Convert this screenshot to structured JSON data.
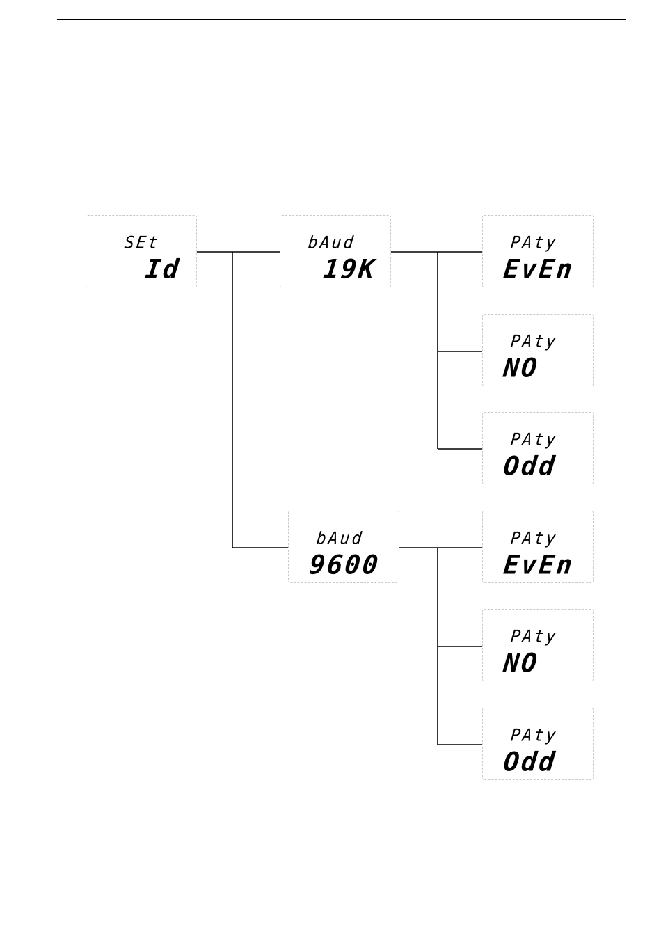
{
  "diagram": {
    "nodes": [
      {
        "id": "set-id",
        "line1": "SEt",
        "line2": "Id"
      },
      {
        "id": "baud-19k",
        "line1": "bAud",
        "line2": "19K"
      },
      {
        "id": "baud-9600",
        "line1": "bAud",
        "line2": "9600"
      },
      {
        "id": "parity-even-1",
        "line1": "PAty",
        "line2": "EvEn"
      },
      {
        "id": "parity-no-1",
        "line1": "PAty",
        "line2": "NO"
      },
      {
        "id": "parity-odd-1",
        "line1": "PAty",
        "line2": "Odd"
      },
      {
        "id": "parity-even-2",
        "line1": "PAty",
        "line2": "EvEn"
      },
      {
        "id": "parity-no-2",
        "line1": "PAty",
        "line2": "NO"
      },
      {
        "id": "parity-odd-2",
        "line1": "PAty",
        "line2": "Odd"
      }
    ],
    "edges": [
      {
        "from": "set-id",
        "to": "baud-19k"
      },
      {
        "from": "set-id",
        "to": "baud-9600"
      },
      {
        "from": "baud-19k",
        "to": "parity-even-1"
      },
      {
        "from": "baud-19k",
        "to": "parity-no-1"
      },
      {
        "from": "baud-19k",
        "to": "parity-odd-1"
      },
      {
        "from": "baud-9600",
        "to": "parity-even-2"
      },
      {
        "from": "baud-9600",
        "to": "parity-no-2"
      },
      {
        "from": "baud-9600",
        "to": "parity-odd-2"
      }
    ]
  }
}
